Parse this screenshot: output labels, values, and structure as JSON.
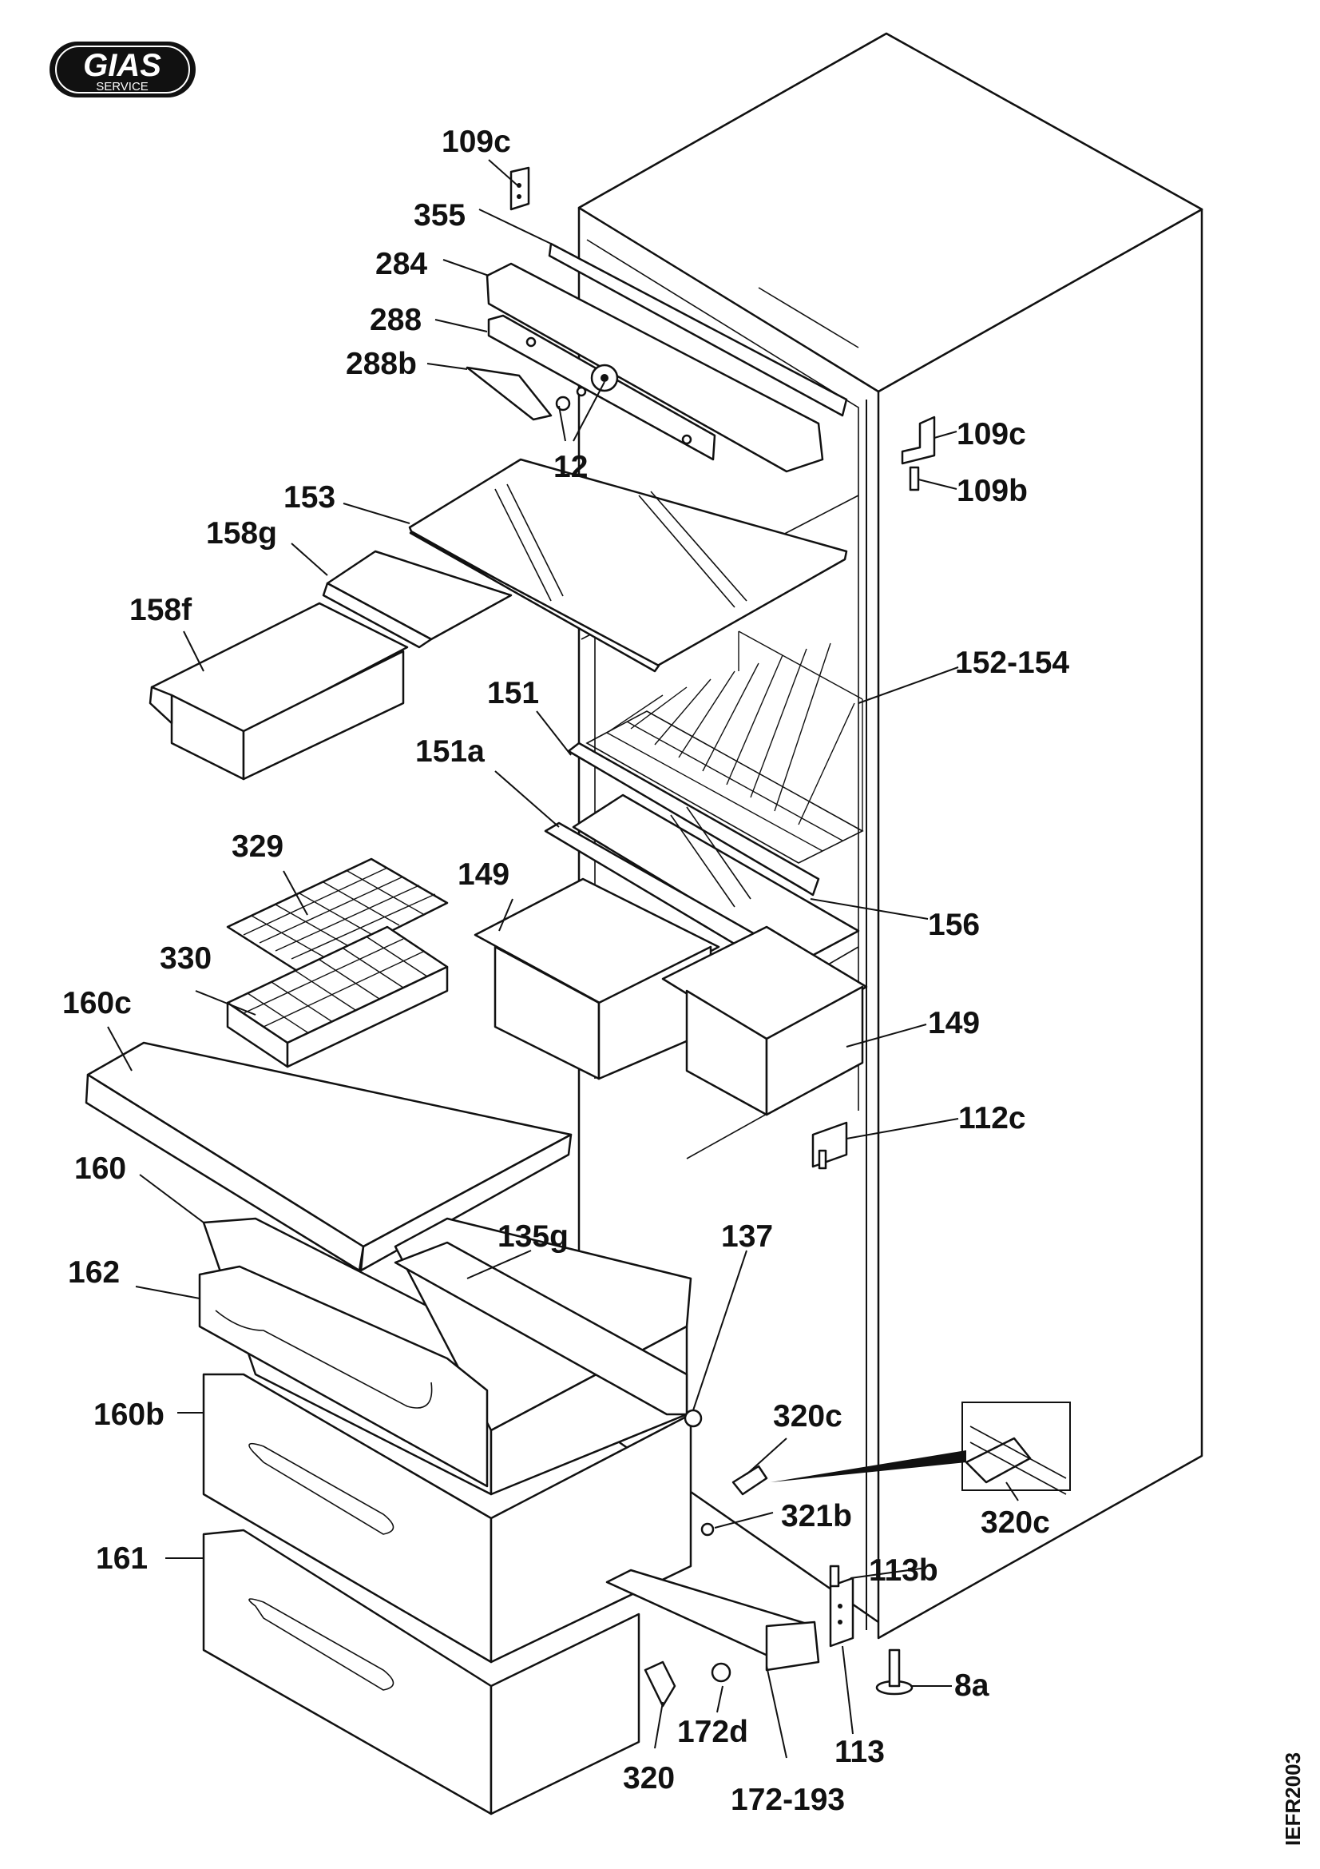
{
  "logo": {
    "brand": "GIAS",
    "subtitle": "SERVICE"
  },
  "figure_code": "IEFR2003",
  "labels": [
    "109c",
    "355",
    "284",
    "288",
    "288b",
    "12",
    "109c",
    "109b",
    "153",
    "158g",
    "158f",
    "152-154",
    "151",
    "151a",
    "329",
    "149",
    "156",
    "330",
    "160c",
    "149",
    "112c",
    "160",
    "135g",
    "137",
    "162",
    "160b",
    "320c",
    "321b",
    "320c",
    "161",
    "113b",
    "8a",
    "172d",
    "113",
    "320",
    "172-193"
  ]
}
